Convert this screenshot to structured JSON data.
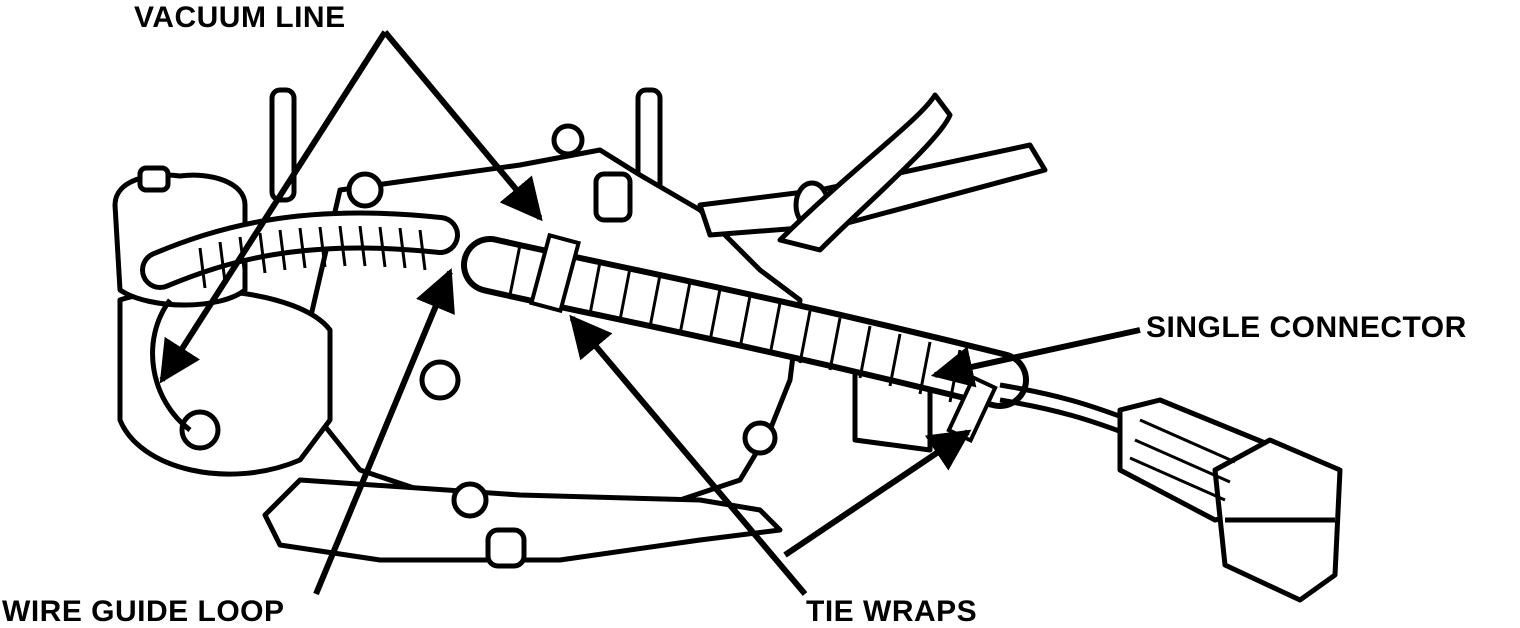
{
  "figure": {
    "labels": {
      "vacuum_line": "VACUUM LINE",
      "single_connector": "SINGLE CONNECTOR",
      "wire_guide_loop": "WIRE GUIDE LOOP",
      "tie_wraps": "TIE WRAPS"
    },
    "colors": {
      "ink": "#000000",
      "paper": "#ffffff"
    }
  }
}
